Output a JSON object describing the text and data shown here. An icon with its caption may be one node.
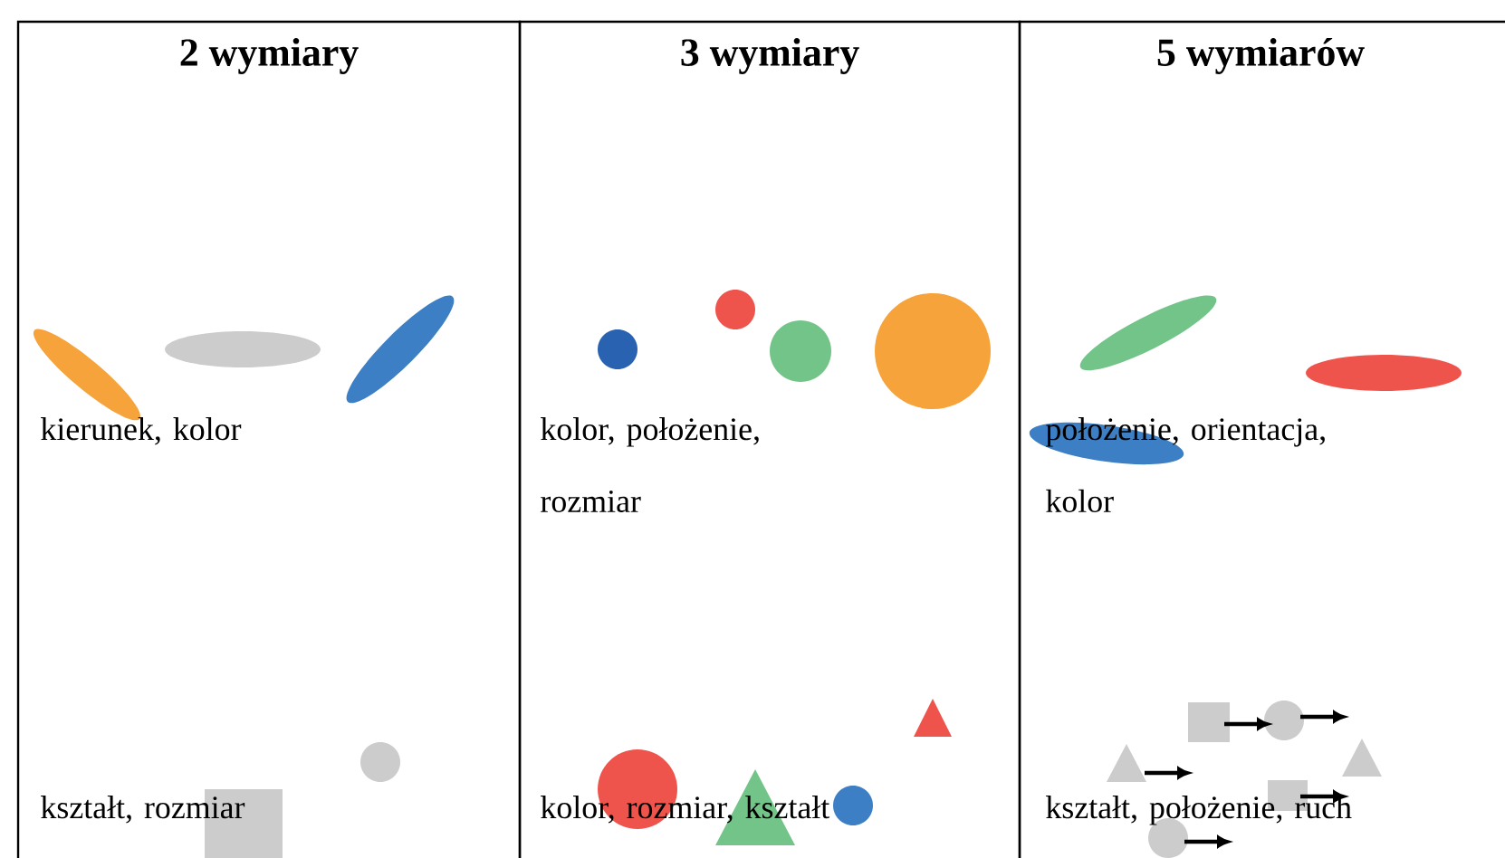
{
  "diagram": {
    "nodes": [
      {
        "text": [
          "2 wymiary"
        ]
      },
      {
        "text": [
          "3 wymiary"
        ]
      },
      {
        "text": [
          "5 wymiarów"
        ]
      }
    ],
    "labels": [
      "kierunek, kolor",
      "kolor, położenie, rozmiar",
      "położenie, orientacja, kolor",
      "kształt, rozmiar",
      "kolor, rozmiar, kształt",
      "kształt, położenie, ruch"
    ]
  }
}
